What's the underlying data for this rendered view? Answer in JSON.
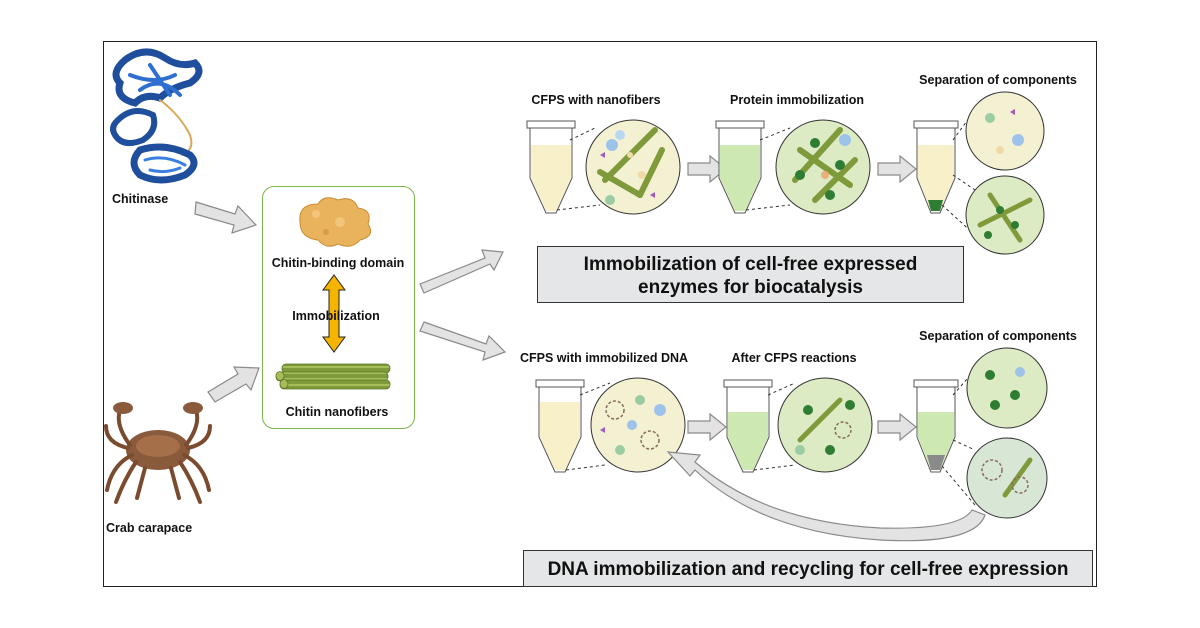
{
  "sources": {
    "chitinase": "Chitinase",
    "crab_carapace": "Crab carapace"
  },
  "immobilization_box": {
    "chitin_binding_domain": "Chitin-binding domain",
    "immobilization": "Immobilization",
    "chitin_nanofibers": "Chitin nanofibers"
  },
  "top_workflow": {
    "step1": "CFPS with nanofibers",
    "step2": "Protein immobilization",
    "step3": "Separation of components",
    "title_line1": "Immobilization of cell-free expressed",
    "title_line2": "enzymes for biocatalysis"
  },
  "bottom_workflow": {
    "step1": "CFPS with immobilized DNA",
    "step2": "After CFPS reactions",
    "step3": "Separation of components",
    "title": "DNA immobilization and recycling for cell-free expression"
  },
  "colors": {
    "tube_yellow": "#f7f0c8",
    "tube_green": "#cde8b0",
    "circle_light": "#f4f1d2",
    "circle_green": "#dcebc4",
    "fiber_green": "#7f9a3a",
    "arrow_gray": "#e3e3e3",
    "arrow_stroke": "#8a8a8a",
    "double_arrow": "#f5b400",
    "protein_blue": "#1f4e9c",
    "crab_brown": "#8a5a3c",
    "box_border": "#7ab648"
  }
}
